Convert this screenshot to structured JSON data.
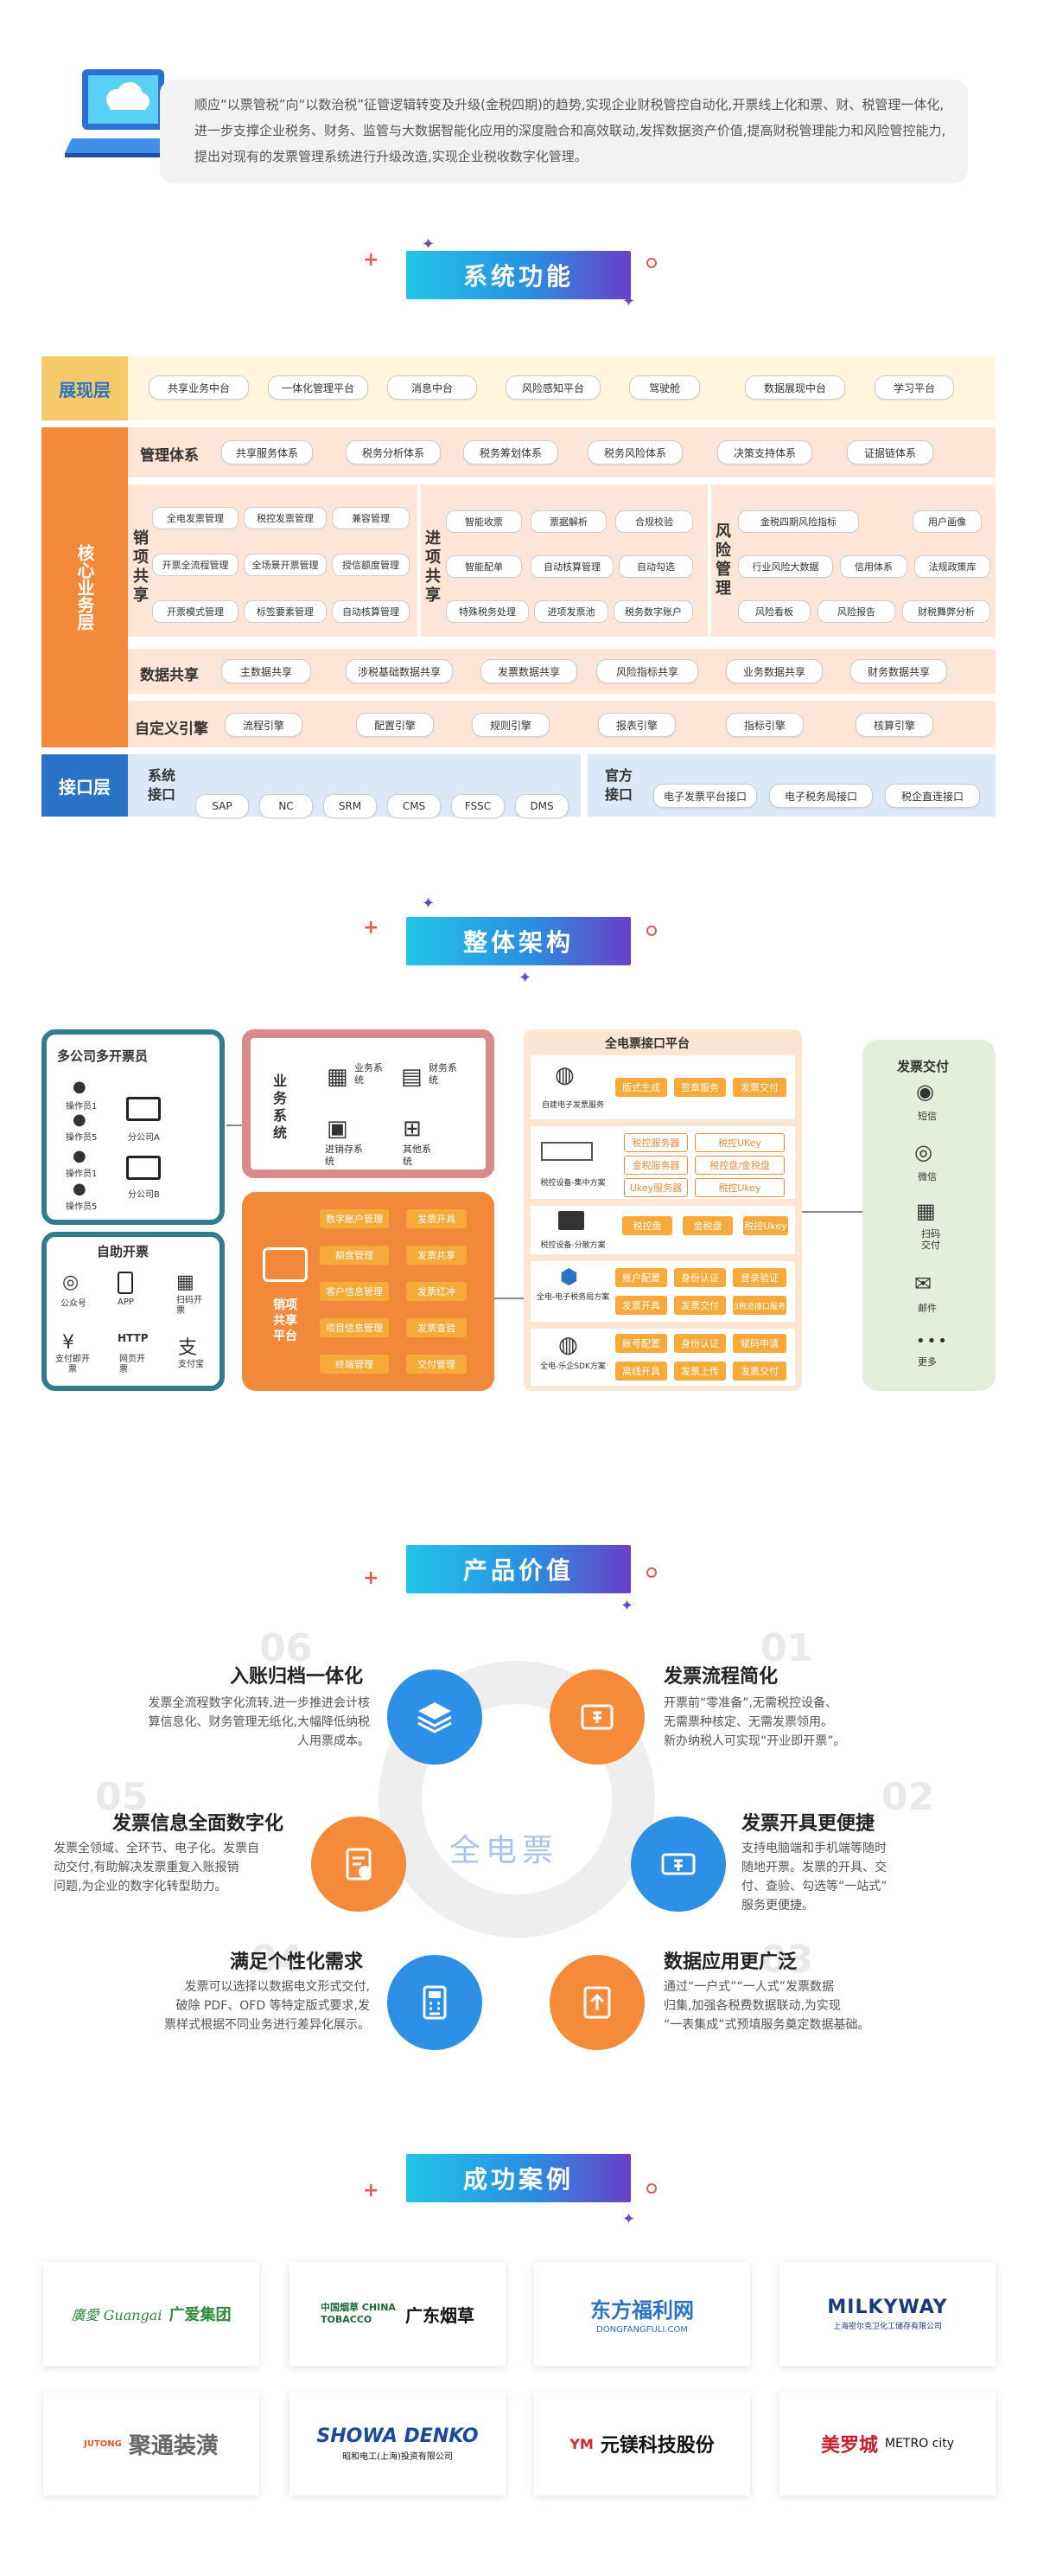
{
  "intro": {
    "text": "顺应“以票管税”向“以数治税”征管逻辑转变及升级(金税四期)的趋势,实现企业财税管控自动化,开票线上化和票、财、税管理一体化,进一步支撑企业税务、财务、监管与大数据智能化应用的深度融合和高效联动,发挥数据资产价值,提高财税管理能力和风险管控能力,提出对现有的发票管理系统进行升级改造,实现企业税收数字化管理。"
  },
  "section_titles": {
    "functions": "系统功能",
    "architecture": "整体架构",
    "value": "产品价值",
    "cases": "成功案例"
  },
  "colors": {
    "orange": "#f08a3a",
    "orange_light": "#fde6d7",
    "yellow_light": "#fff5dc",
    "blue": "#2a72c6",
    "blue_light": "#dde8f6",
    "teal": "#2f7c8e",
    "green_light": "#e4eedd",
    "pink": "#d98a8a"
  },
  "functions": {
    "presentation": {
      "label": "展现层",
      "items": [
        "共享业务中台",
        "一体化管理平台",
        "消息中台",
        "风险感知平台",
        "驾驶舱",
        "数据展现中台",
        "学习平台"
      ]
    },
    "core": {
      "label": "核心业务层",
      "management": {
        "label": "管理体系",
        "items": [
          "共享服务体系",
          "税务分析体系",
          "税务筹划体系",
          "税务风险体系",
          "决策支持体系",
          "证据链体系"
        ]
      },
      "sales": {
        "label": "销项共享",
        "items": [
          "全电发票管理",
          "税控发票管理",
          "兼容管理",
          "开票全流程管理",
          "全场景开票管理",
          "授信额度管理",
          "开票模式管理",
          "标签要素管理",
          "自动核算管理"
        ]
      },
      "purchase": {
        "label": "进项共享",
        "items": [
          "智能收票",
          "票据解析",
          "合规校验",
          "智能配单",
          "自动核算管理",
          "自动勾选",
          "特殊税务处理",
          "进项发票池",
          "税务数字账户"
        ]
      },
      "risk": {
        "label": "风险管理",
        "items": [
          "金税四期风险指标",
          "用户画像",
          "行业风险大数据",
          "信用体系",
          "法规政策库",
          "风险看板",
          "风险报告",
          "财税舞弊分析"
        ]
      },
      "data_share": {
        "label": "数据共享",
        "items": [
          "主数据共享",
          "涉税基础数据共享",
          "发票数据共享",
          "风险指标共享",
          "业务数据共享",
          "财务数据共享"
        ]
      },
      "engine": {
        "label": "自定义引擎",
        "items": [
          "流程引擎",
          "配置引擎",
          "规则引擎",
          "报表引擎",
          "指标引擎",
          "核算引擎"
        ]
      }
    },
    "interface": {
      "label": "接口层",
      "system": {
        "label": "系统接口",
        "items": [
          "SAP",
          "NC",
          "SRM",
          "CMS",
          "FSSC",
          "DMS"
        ]
      },
      "official": {
        "label": "官方接口",
        "items": [
          "电子发票平台接口",
          "电子税务局接口",
          "税企直连接口"
        ]
      }
    }
  },
  "architecture": {
    "multi_company": {
      "title": "多公司多开票员",
      "operators_a": [
        "操作员1",
        "操作员5"
      ],
      "branch_a": "分公司A",
      "operators_b": [
        "操作员1",
        "操作员5"
      ],
      "branch_b": "分公司B"
    },
    "self_service": {
      "title": "自助开票",
      "items": [
        "公众号",
        "APP",
        "扫码开票",
        "支付即开票",
        "网页开票",
        "支付宝"
      ]
    },
    "business": {
      "title": "业务系统",
      "items": [
        "业务系统",
        "财务系统",
        "进销存系统",
        "其他系统"
      ]
    },
    "share_platform": {
      "title": "销项共享平台",
      "tags": [
        "数字账户管理",
        "发票开具",
        "额度管理",
        "发票共享",
        "客户信息管理",
        "发票红冲",
        "项目信息管理",
        "发票查验",
        "终端管理",
        "交付管理"
      ]
    },
    "interface_platform": {
      "title": "全电票接口平台",
      "rows": [
        {
          "label": "自建电子发票服务",
          "tags": [
            "版式生成",
            "签章服务",
            "发票交付"
          ]
        },
        {
          "label": "税控设备-集中方案",
          "tags": [
            "税控服务器",
            "税控UKey",
            "金税服务器",
            "税控盘/金税盘",
            "Ukey服务器",
            "税控Ukey"
          ]
        },
        {
          "label": "税控设备-分散方案",
          "tags": [
            "税控盘",
            "金税盘",
            "税控Ukey"
          ]
        },
        {
          "label": "全电-电子税务局方案",
          "tags": [
            "账户配置",
            "身份认证",
            "登录验证",
            "发票开具",
            "发票交付",
            "3税总接口服务"
          ]
        },
        {
          "label": "全电-乐企SDK方案",
          "tags": [
            "账号配置",
            "身份认证",
            "赋码申请",
            "离线开具",
            "发票上传",
            "发票交付"
          ]
        }
      ]
    },
    "delivery": {
      "title": "发票交付",
      "items": [
        "短信",
        "微信",
        "扫码交付",
        "邮件",
        "更多"
      ]
    }
  },
  "value": {
    "center": "全电票",
    "items": [
      {
        "title": "入账归档一体化",
        "num": "06",
        "desc": [
          "发票全流程数字化流转,进一步推进会计核",
          "算信息化、财务管理无纸化,大幅降低纳税",
          "人用票成本。"
        ]
      },
      {
        "title": "发票流程简化",
        "num": "01",
        "desc": [
          "开票前“零准备”,无需税控设备、",
          "无需票种核定、无需发票领用。",
          "新办纳税人可实现“开业即开票”。"
        ]
      },
      {
        "title": "发票信息全面数字化",
        "num": "05",
        "desc": [
          "发票全领域、全环节、电子化。发票自",
          "动交付,有助解决发票重复入账报销",
          "问题,为企业的数字化转型助力。"
        ]
      },
      {
        "title": "发票开具更便捷",
        "num": "02",
        "desc": [
          "支持电脑端和手机端等随时",
          "随地开票。发票的开具、交",
          "付、查验、勾选等“一站式”",
          "服务更便捷。"
        ]
      },
      {
        "title": "满足个性化需求",
        "num": "04",
        "desc": [
          "发票可以选择以数据电文形式交付,",
          "破除 PDF、OFD 等特定版式要求,发",
          "票样式根据不同业务进行差异化展示。"
        ]
      },
      {
        "title": "数据应用更广泛",
        "num": "03",
        "desc": [
          "通过“一户式”“一人式”发票数据",
          "归集,加强各税费数据联动,为实现",
          "“一表集成”式预填服务奠定数据基础。"
        ]
      }
    ]
  },
  "cases": [
    {
      "name": "广爱集团",
      "mark": "廣愛 Guangai"
    },
    {
      "name": "广东烟草",
      "mark": "中国烟草 CHINA TOBACCO"
    },
    {
      "name": "东方福利网",
      "mark": "DONGFANGFULI.COM"
    },
    {
      "name": "MILKYWAY",
      "mark": "上海密尔克卫化工储存有限公司"
    },
    {
      "name": "聚通装潢",
      "mark": "JUTONG"
    },
    {
      "name": "SHOWA DENKO",
      "mark": "昭和电工(上海)投资有限公司"
    },
    {
      "name": "元镁科技股份",
      "mark": "YM"
    },
    {
      "name": "美罗城",
      "mark": "METRO city"
    }
  ]
}
